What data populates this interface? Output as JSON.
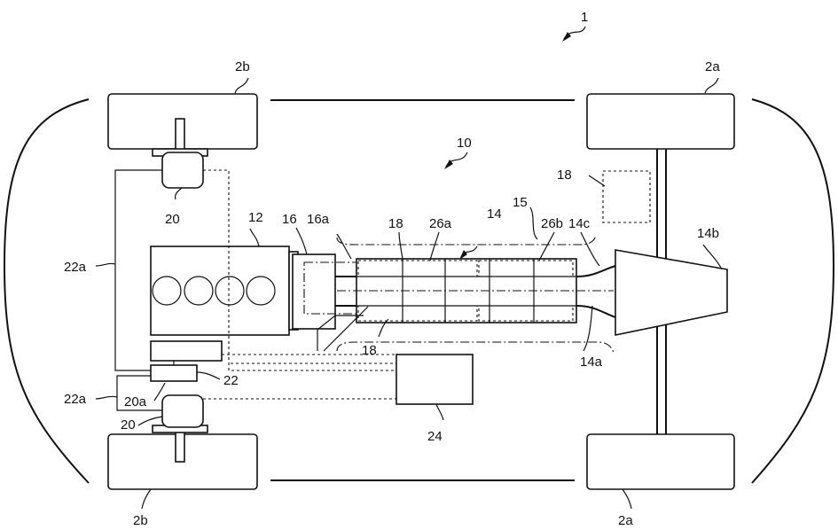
{
  "labels": {
    "vehicle": "1",
    "front_wheel_right": "2a",
    "front_wheel_left": "2a",
    "rear_wheel_top": "2b",
    "rear_wheel_bottom": "2b",
    "power_unit": "10",
    "engine": "12",
    "drive_shaft": "14",
    "shaft_front": "14a",
    "differential": "14b",
    "shaft_joint": "14c",
    "tunnel": "15",
    "transmission": "16",
    "transmission_output": "16a",
    "motor_top": "18",
    "motor_bottom": "18",
    "motor_front": "18",
    "rear_motor_top": "20",
    "rear_motor_bottom": "20",
    "rear_motor_connector": "20a",
    "inverter": "22",
    "inverter_wire_top": "22a",
    "inverter_wire_bottom": "22a",
    "battery": "24",
    "stator_a": "26a",
    "stator_b": "26b"
  }
}
